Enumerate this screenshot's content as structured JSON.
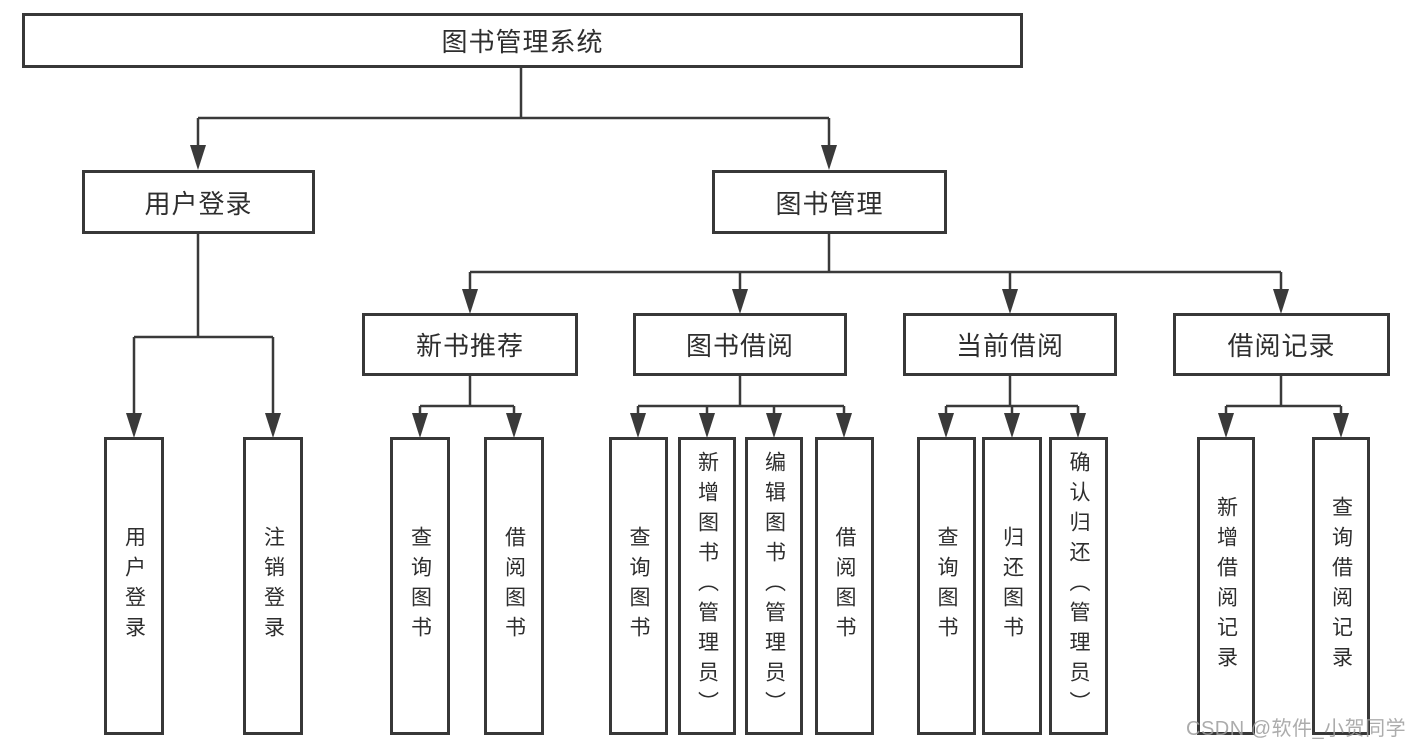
{
  "diagram": {
    "root": {
      "label": "图书管理系统"
    },
    "branches": [
      {
        "label": "用户登录",
        "children": [
          {
            "label": "用户登录"
          },
          {
            "label": "注销登录"
          }
        ]
      },
      {
        "label": "图书管理",
        "children": [
          {
            "label": "新书推荐",
            "children": [
              {
                "label": "查询图书"
              },
              {
                "label": "借阅图书"
              }
            ]
          },
          {
            "label": "图书借阅",
            "children": [
              {
                "label": "查询图书"
              },
              {
                "label": "新增图书（管理员）"
              },
              {
                "label": "编辑图书（管理员）"
              },
              {
                "label": "借阅图书"
              }
            ]
          },
          {
            "label": "当前借阅",
            "children": [
              {
                "label": "查询图书"
              },
              {
                "label": "归还图书"
              },
              {
                "label": "确认归还（管理员）"
              }
            ]
          },
          {
            "label": "借阅记录",
            "children": [
              {
                "label": "新增借阅记录"
              },
              {
                "label": "查询借阅记录"
              }
            ]
          }
        ]
      }
    ]
  },
  "watermark": "CSDN @软件_小贺同学",
  "colors": {
    "line": "#3a3a3a",
    "text": "#2e2e2e",
    "watermark": "#9e9e9e"
  }
}
